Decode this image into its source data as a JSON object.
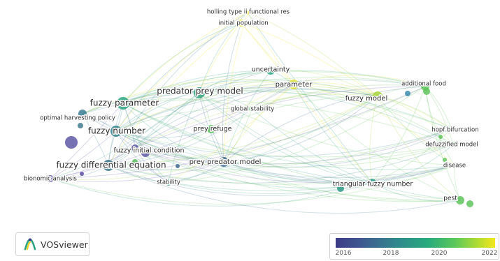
{
  "nodes": [
    {
      "name": "fuzzy parameter",
      "label": "fuzzy parameter",
      "color": "#2ea383",
      "label_size": "large"
    },
    {
      "name": "fuzzy number",
      "label": "fuzzy number",
      "color": "#31808d",
      "label_size": "large"
    },
    {
      "name": "predator prey model",
      "label": "predator prey model",
      "color": "#35a67f",
      "label_size": "large"
    },
    {
      "name": "fuzzy differential equation",
      "label": "fuzzy differential equation",
      "color": "#3f7a8e",
      "label_size": "large"
    },
    {
      "name": "prey predator model",
      "label": "prey predator model",
      "color": "#3d6a92",
      "label_size": "medium"
    },
    {
      "name": "parameter",
      "label": "parameter",
      "color": "#dfe12a",
      "label_size": "medium"
    },
    {
      "name": "fuzzy model",
      "label": "fuzzy model",
      "color": "#a6d53a",
      "label_size": "medium"
    },
    {
      "name": "uncertainty",
      "label": "uncertainty",
      "color": "#2ea383",
      "label_size": "medium"
    },
    {
      "name": "prey refuge",
      "label": "prey refuge",
      "color": "#5cbc5f",
      "label_size": "medium"
    },
    {
      "name": "triangular fuzzy number",
      "label": "triangular fuzzy number",
      "color": "#2f9a86",
      "label_size": "medium"
    },
    {
      "name": "initial population",
      "label": "initial population",
      "color": "#f3e81c",
      "label_size": "small"
    },
    {
      "name": "holling type ii functional res",
      "label": "holling type ii functional res",
      "color": "#f3e81c",
      "label_size": "small"
    },
    {
      "name": "additional food",
      "label": "additional food",
      "color": "#5ec45c",
      "label_size": "small"
    },
    {
      "name": "global stability",
      "label": "global stability",
      "color": "#5fb862",
      "label_size": "small"
    },
    {
      "name": "optimal harvesting policy",
      "label": "optimal harvesting policy",
      "color": "#3a7d92",
      "label_size": "small"
    },
    {
      "name": "fuzzy initial condition",
      "label": "fuzzy initial condition",
      "color": "#5e58a5",
      "label_size": "medium"
    },
    {
      "name": "hopf bifurcation",
      "label": "hopf bifurcation",
      "color": "#62c45c",
      "label_size": "small"
    },
    {
      "name": "defuzzified model",
      "label": "defuzzified model",
      "color": "#62c45c",
      "label_size": "small"
    },
    {
      "name": "disease",
      "label": "disease",
      "color": "#62c45c",
      "label_size": "small"
    },
    {
      "name": "pest",
      "label": "pest",
      "color": "#5ec45c",
      "label_size": "small"
    },
    {
      "name": "stability",
      "label": "stability",
      "color": "#3ba285",
      "label_size": "small"
    },
    {
      "name": "bionomic analysis",
      "label": "bionomic analysis",
      "color": "#5e4ea3",
      "label_size": "small"
    }
  ],
  "branding": {
    "name": "VOSviewer"
  },
  "legend": {
    "ticks": [
      "2016",
      "2018",
      "2020",
      "2022"
    ],
    "range": [
      2015.2,
      2022.3
    ],
    "colors": [
      "#3c3a86",
      "#3f5d91",
      "#2f8b8c",
      "#28ab7d",
      "#5cc85a",
      "#b6dd2f",
      "#f4e61d"
    ]
  }
}
